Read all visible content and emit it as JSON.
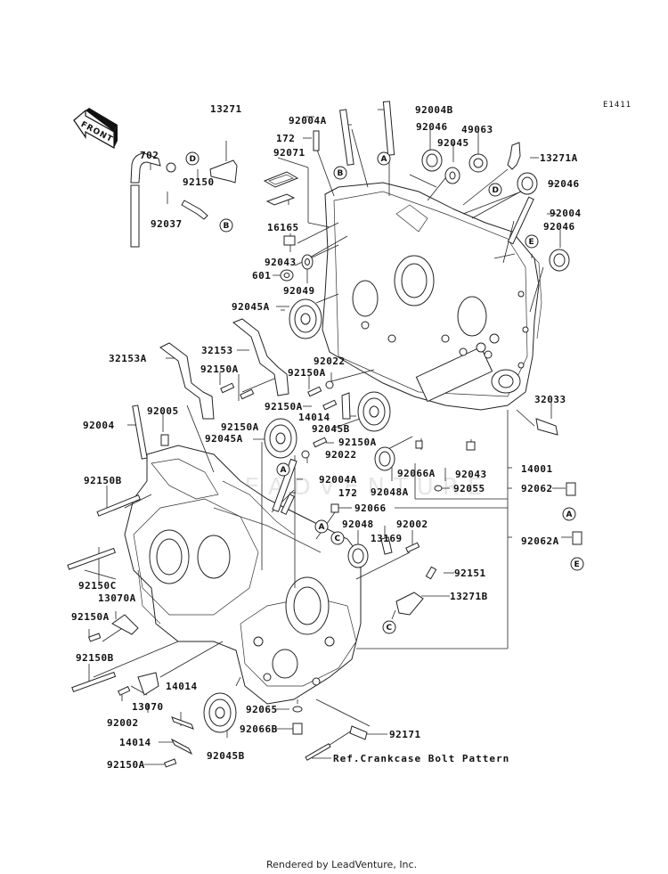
{
  "diagram": {
    "code": "E1411",
    "front_label": "FRONT",
    "watermark": "LEADVENTURE",
    "footer": "Rendered by LeadVenture, Inc.",
    "reference_note": "Ref.Crankcase Bolt Pattern",
    "callouts": [
      "A",
      "B",
      "C",
      "D",
      "E"
    ],
    "parts": {
      "p13271": "13271",
      "p702": "702",
      "p92150": "92150",
      "p92037": "92037",
      "p172_top": "172",
      "p92004A_top": "92004A",
      "p92004B": "92004B",
      "p92071": "92071",
      "p16165": "16165",
      "p92043_top": "92043",
      "p601": "601",
      "p92049": "92049",
      "p92046_a": "92046",
      "p92045": "92045",
      "p49063": "49063",
      "p13271A": "13271A",
      "p92046_b": "92046",
      "p92004_right": "92004",
      "p92046_c": "92046",
      "p92045A_top": "92045A",
      "p32153A": "32153A",
      "p32153": "32153",
      "p92150A_1": "92150A",
      "p92150A_2": "92150A",
      "p92022_top": "92022",
      "p92150A_3": "92150A",
      "p92150A_4": "92150A",
      "p14014_mid": "14014",
      "p92045B_mid": "92045B",
      "p32033": "32033",
      "p92004_left": "92004",
      "p92005": "92005",
      "p92045A_mid": "92045A",
      "p92150A_5": "92150A",
      "p92022_mid": "92022",
      "p92066A": "92066A",
      "p92043_mid": "92043",
      "p14001": "14001",
      "p92150B_top": "92150B",
      "p92004A_mid": "92004A",
      "p172_mid": "172",
      "p92048A": "92048A",
      "p92055": "92055",
      "p92062": "92062",
      "p92066": "92066",
      "p92048": "92048",
      "p92002_right": "92002",
      "p13169": "13169",
      "p92062A": "92062A",
      "p92150C": "92150C",
      "p13070A": "13070A",
      "p92151": "92151",
      "p13271B": "13271B",
      "p92150A_6": "92150A",
      "p92150B_bot": "92150B",
      "p13070": "13070",
      "p14014_b1": "14014",
      "p92002_left": "92002",
      "p92065": "92065",
      "p92066B": "92066B",
      "p14014_b2": "14014",
      "p92171": "92171",
      "p92045B_bot": "92045B",
      "p92150A_7": "92150A"
    }
  }
}
